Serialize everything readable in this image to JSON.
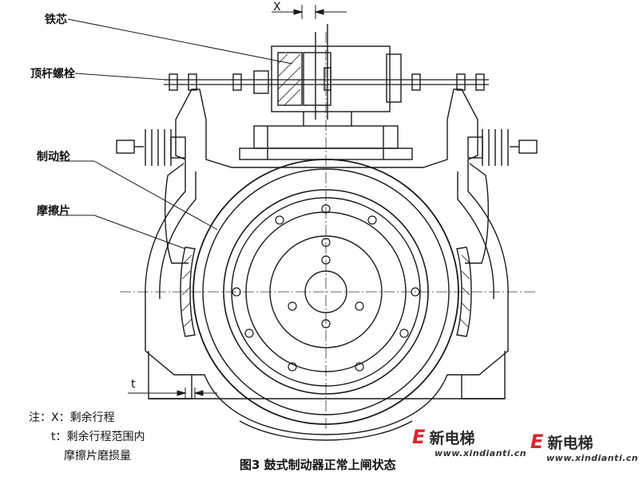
{
  "labels": {
    "iron_core": "铁芯",
    "ejector_bolt": "顶杆螺栓",
    "brake_wheel": "制动轮",
    "friction_pad": "摩擦片",
    "dim_x": "X",
    "dim_t": "t"
  },
  "notes": {
    "line1": "注：X：剩余行程",
    "line2": "t：剩余行程范围内",
    "line3": "摩擦片磨损量"
  },
  "caption": "图3 鼓式制动器正常上闸状态",
  "watermark": {
    "logo_glyph": "E",
    "name": "新电梯",
    "url": "www.xindianti.cn"
  },
  "colors": {
    "line": "#1a1a1a",
    "watermark_red": "#d9262c"
  }
}
